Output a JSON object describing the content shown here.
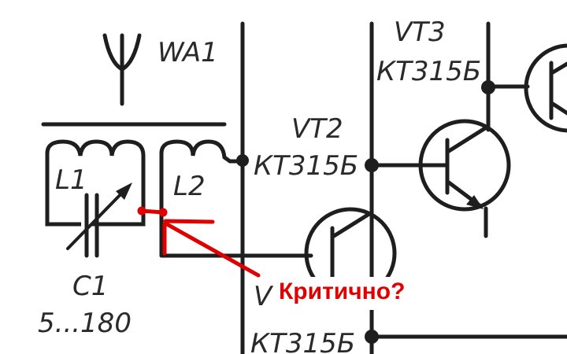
{
  "labels": {
    "antenna": "WA1",
    "coil1": "L1",
    "coil2": "L2",
    "capacitor": "C1",
    "capacitor_range": "5...180",
    "vt2_name": "VT2",
    "vt2_type": "КТ315Б",
    "vt3_name": "VT3",
    "vt3_type": "КТ315Б",
    "vt1_name": "V",
    "vt1_type": "КТ315Б"
  },
  "annotation": {
    "text": "Критично?",
    "color": "#e00000"
  }
}
